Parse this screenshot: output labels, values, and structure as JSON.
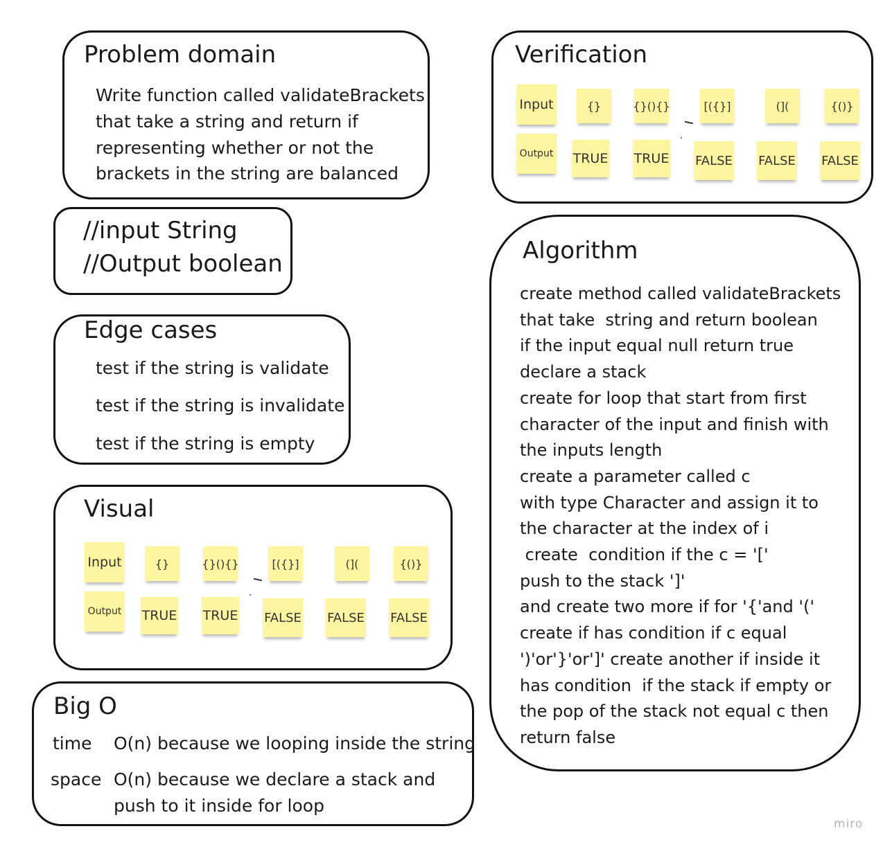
{
  "problem_domain": {
    "title": "Problem domain",
    "lines": [
      "Write function called  validateBrackets",
      "that take a string and return if",
      "representing whether or not the",
      "brackets in the string are balanced"
    ]
  },
  "io": {
    "lines": [
      "//input  String",
      "//Output boolean"
    ]
  },
  "edge_cases": {
    "title": "Edge cases",
    "lines": [
      "test if the string is validate",
      "test if the string is invalidate",
      "test if the string is empty"
    ]
  },
  "visual": {
    "title": "Visual",
    "input_label": "Input",
    "output_label": "Output",
    "inputs": [
      "{}",
      "{}(){}",
      "[({}]",
      "(](",
      "{()}"
    ],
    "outputs": [
      "TRUE",
      "TRUE",
      "FALSE",
      "FALSE",
      "FALSE"
    ]
  },
  "big_o": {
    "title": "Big O",
    "time_label": "time",
    "time_text": "O(n)  because we looping inside the string",
    "space_label": "space",
    "space_lines": [
      "O(n) because we declare a stack and",
      "push to it inside for loop"
    ]
  },
  "verification": {
    "title": "Verification",
    "input_label": "Input",
    "output_label": "Output",
    "inputs": [
      "{}",
      "{}(){}",
      "[({}]",
      "(](",
      "{()}"
    ],
    "outputs": [
      "TRUE",
      "TRUE",
      "FALSE",
      "FALSE",
      "FALSE"
    ]
  },
  "algorithm": {
    "title": "Algorithm",
    "lines": [
      "create method called validateBrackets",
      "that take  string and return boolean",
      "if the input equal null return true",
      "declare a stack",
      "create for loop that start from first",
      "character of the input and finish with",
      "the inputs length",
      "create a parameter called c",
      "with type Character and assign it to",
      "the character at the index of i",
      " create  condition if the c = '['",
      "push to the stack ']'",
      "and create two more if for '{'and '('",
      "create if has condition if c equal",
      "')'or'}'or']' create another if inside it",
      "has condition  if the stack if empty or",
      "the pop of the stack not equal c then",
      "return false"
    ]
  },
  "watermark": "miro"
}
